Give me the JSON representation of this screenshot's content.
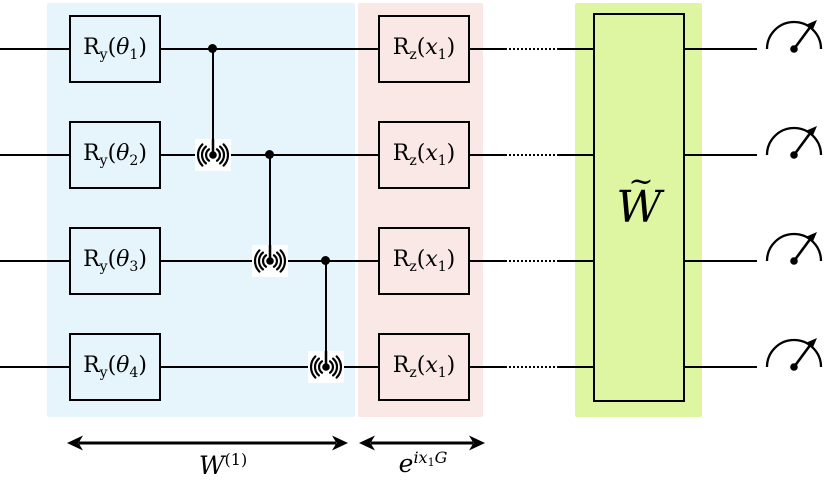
{
  "diagram": {
    "title": "variational-quantum-circuit",
    "colors": {
      "region_blue": "#e6f4fb",
      "region_pink": "#f9e8e6",
      "region_green": "#def6a1",
      "line": "#000000",
      "icon_bg": "#ffffff"
    },
    "wire_count": 4,
    "ry_gates": [
      {
        "base": "R",
        "sub": "y",
        "open": "(",
        "param": "θ",
        "idx": "1",
        "close": ")"
      },
      {
        "base": "R",
        "sub": "y",
        "open": "(",
        "param": "θ",
        "idx": "2",
        "close": ")"
      },
      {
        "base": "R",
        "sub": "y",
        "open": "(",
        "param": "θ",
        "idx": "3",
        "close": ")"
      },
      {
        "base": "R",
        "sub": "y",
        "open": "(",
        "param": "θ",
        "idx": "4",
        "close": ")"
      }
    ],
    "rz_gates": [
      {
        "base": "R",
        "sub": "z",
        "open": "(",
        "param": "x",
        "idx": "1",
        "close": ")"
      },
      {
        "base": "R",
        "sub": "z",
        "open": "(",
        "param": "x",
        "idx": "1",
        "close": ")"
      },
      {
        "base": "R",
        "sub": "z",
        "open": "(",
        "param": "x",
        "idx": "1",
        "close": ")"
      },
      {
        "base": "R",
        "sub": "z",
        "open": "(",
        "param": "x",
        "idx": "1",
        "close": ")"
      }
    ],
    "w_block": {
      "letter": "W",
      "tilde": "~"
    },
    "labels": {
      "w1": {
        "base": "W",
        "sup": "(1)"
      },
      "exp": {
        "base": "e",
        "sup_ix": "ix",
        "sup_sub": "1",
        "sup_g": "G"
      }
    },
    "icons": {
      "entangler": "nested-arcs-with-center-dot",
      "control": "filled-dot",
      "measurement": "gauge-with-needle-arrow",
      "extent_arrow": "double-headed-arrow"
    }
  }
}
